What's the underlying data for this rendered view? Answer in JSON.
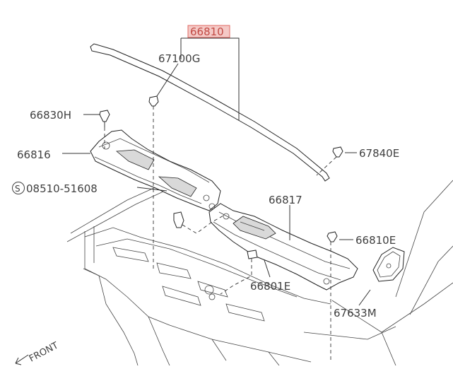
{
  "labels": {
    "main_part": "66810",
    "p67100g": "67100G",
    "p66830h": "66830H",
    "p66816": "66816",
    "screw_prefix": "S",
    "p08510": "08510-51608",
    "p66817": "66817",
    "p67840e": "67840E",
    "p66810e": "66810E",
    "p66801e": "66801E",
    "p67633m": "67633M",
    "front": "FRONT"
  },
  "colors": {
    "highlight": "#c24a44",
    "lines": "#333333",
    "text": "#404040"
  }
}
